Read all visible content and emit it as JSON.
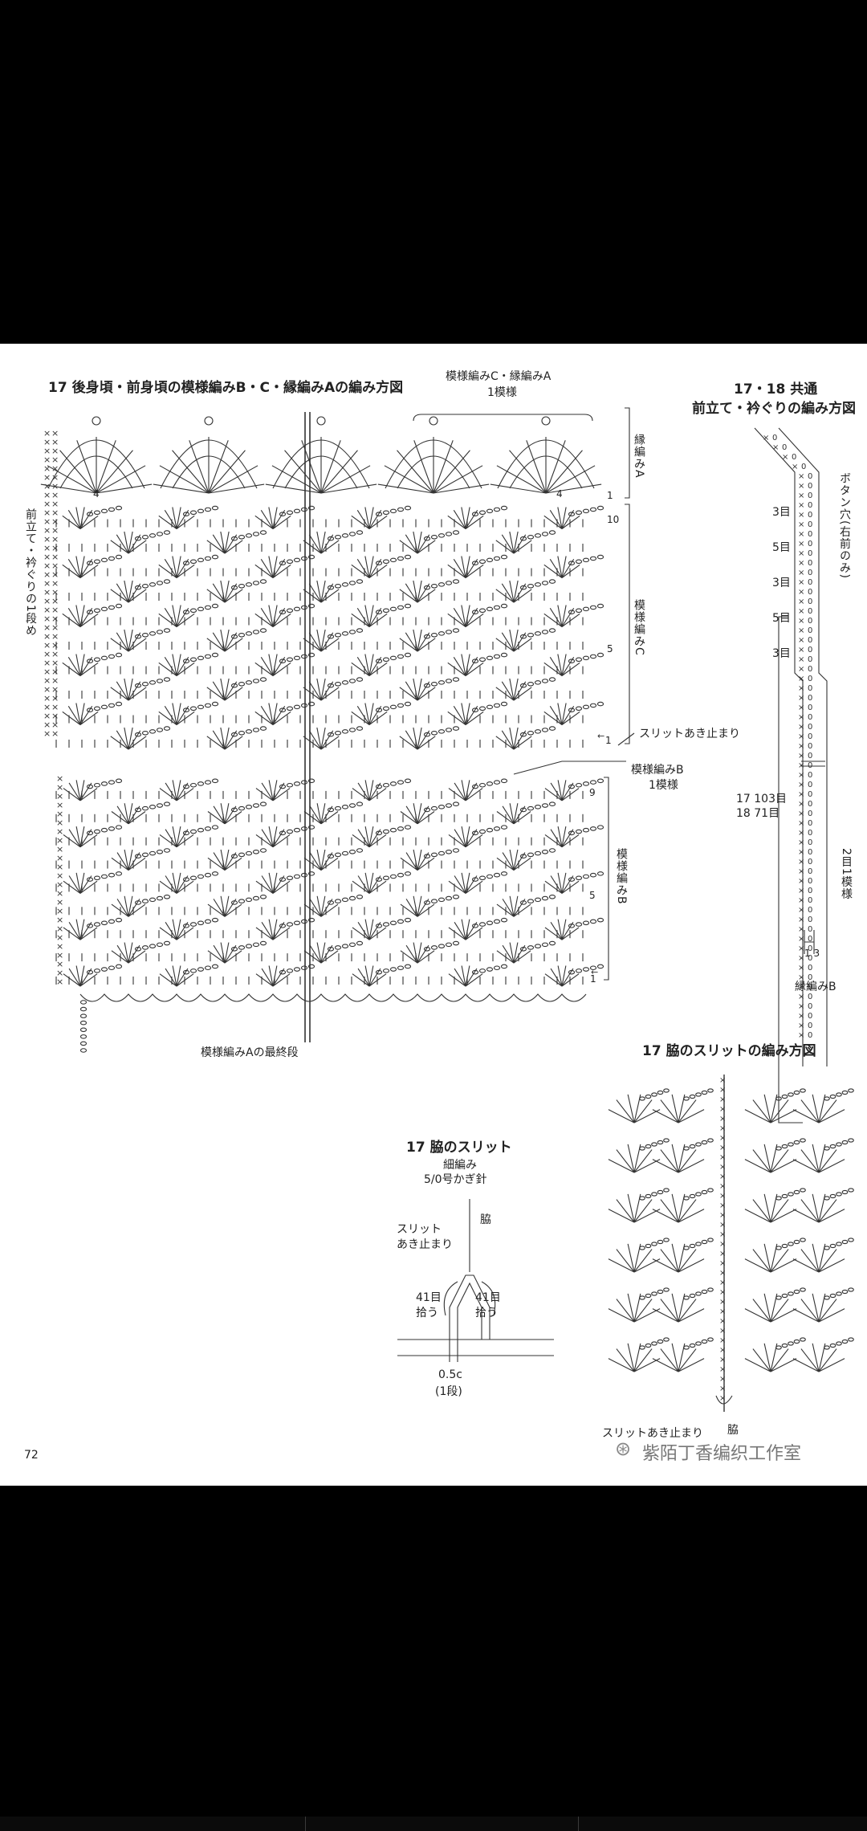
{
  "main_diagram": {
    "title": "17 後身頃・前身頃の模様編みB・C・縁編みAの編み方図",
    "repeat_c_label": "模様編みC・縁編みA",
    "repeat_c_unit": "1模様",
    "section_a_label": "縁編みA",
    "section_c_label": "模様編みC",
    "section_b_label": "模様編みB",
    "left_label": "前立て・衿ぐりの1段め",
    "slit_stop_label": "スリットあき止まり",
    "repeat_b_label": "模様編みB",
    "repeat_b_unit": "1模様",
    "bottom_label": "模様編みAの最終段",
    "row_numbers_a": [
      "1",
      "4",
      "4"
    ],
    "row_numbers_c": [
      "10",
      "5",
      "1"
    ],
    "row_numbers_b": [
      "9",
      "5",
      "1"
    ]
  },
  "placket_diagram": {
    "title_line1": "17・18 共通",
    "title_line2": "前立て・衿ぐりの編み方図",
    "buttonhole_label": "ボタン穴(右前のみ)",
    "stitch_counts": [
      "3目",
      "5目",
      "3目",
      "5目",
      "3目"
    ],
    "count_17": "17 103目",
    "count_18": "18 71目",
    "repeat_label": "2目1模様",
    "rows_label": "1 3",
    "edge_label": "縁編みB"
  },
  "slit_chart": {
    "title": "17 脇のスリットの編み方図",
    "bottom_label": "スリットあき止まり",
    "side_label": "脇"
  },
  "slit_schematic": {
    "title": "17 脇のスリット",
    "stitch": "細編み",
    "hook": "5/0号かぎ針",
    "side": "脇",
    "slit_stop_1": "スリット",
    "slit_stop_2": "あき止まり",
    "left_count": "41目",
    "left_pick": "拾う",
    "right_count": "41目",
    "right_pick": "拾う",
    "width": "0.5c",
    "rows": "(1段)"
  },
  "page_number": "72",
  "watermark": "紫陌丁香编织工作室"
}
